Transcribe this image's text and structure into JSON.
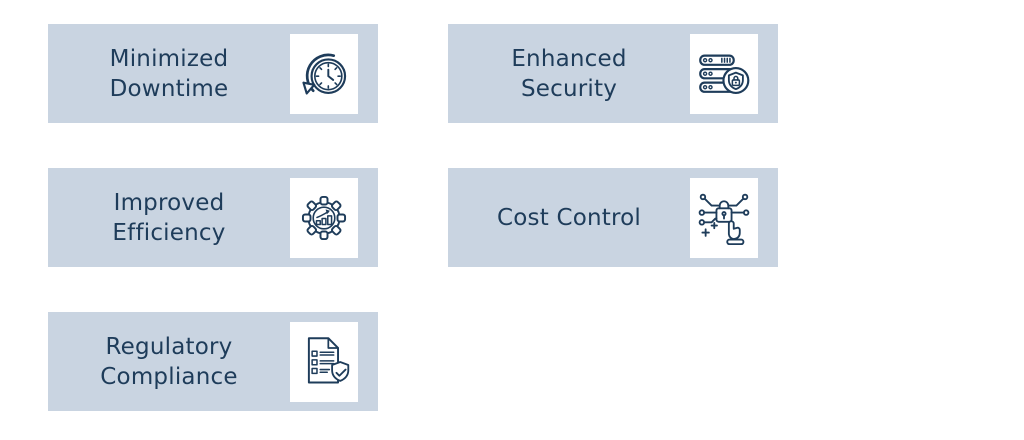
{
  "theme": {
    "page_bg": "#ffffff",
    "card_bg": "#c9d4e1",
    "text_color": "#1e3c5a",
    "icon_stroke": "#1e3c5a",
    "icon_tile_bg": "#ffffff"
  },
  "cards": [
    {
      "label": "Minimized\nDowntime",
      "icon": "downtime-clock-icon"
    },
    {
      "label": "Enhanced\nSecurity",
      "icon": "secure-server-icon"
    },
    {
      "label": "Improved\nEfficiency",
      "icon": "efficiency-gear-chart-icon"
    },
    {
      "label": "Cost Control",
      "icon": "cost-control-lock-icon"
    },
    {
      "label": "Regulatory\nCompliance",
      "icon": "compliance-checklist-icon"
    }
  ]
}
